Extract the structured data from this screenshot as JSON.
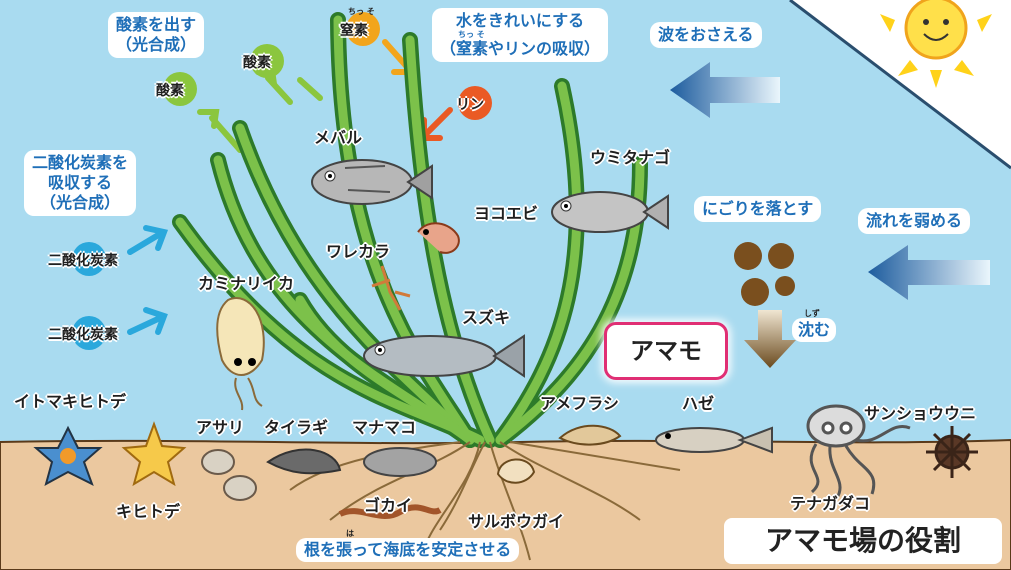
{
  "title": "アマモ場の役割",
  "callout": "アマモ",
  "roles": {
    "oxygen_out": [
      "酸素を出す",
      "（光合成）"
    ],
    "co2_absorb": [
      "二酸化炭素を",
      "吸収する",
      "（光合成）"
    ],
    "clean_water": [
      "水をきれいにする",
      "（窒素やリンの吸収）"
    ],
    "clean_water_ruby": "ちっ そ",
    "waves": "波をおさえる",
    "turbid": "にごりを落とす",
    "currents": "流れを弱める",
    "sink": "沈む",
    "sink_ruby": "しず",
    "roots": "根を張って海底を安定させる",
    "roots_ruby": "は"
  },
  "molecules": {
    "oxygen": "酸素",
    "nitrogen": "窒素",
    "nitrogen_ruby": "ちっ そ",
    "phosphorus": "リン",
    "co2": "二酸化炭素"
  },
  "creatures": {
    "mebaru": "メバル",
    "umitanago": "ウミタナゴ",
    "yokoebi": "ヨコエビ",
    "warekara": "ワレカラ",
    "kaminariika": "カミナリイカ",
    "suzuki": "スズキ",
    "itomakihitode": "イトマキヒトデ",
    "asari": "アサリ",
    "tairagi": "タイラギ",
    "manamako": "マナマコ",
    "amefurashi": "アメフラシ",
    "haze": "ハゼ",
    "sanshouni": "サンショウウニ",
    "kihitode": "キヒトデ",
    "gokai": "ゴカイ",
    "saruboogai": "サルボウガイ",
    "tenagadako": "テナガダコ"
  },
  "colors": {
    "water": "#a9dbf0",
    "sand": "#ebc89f",
    "seagrass": "#3f9a3c",
    "label_blue": "#1f6fb8",
    "oxygen": "#8bc63e",
    "nitrogen": "#f2a51c",
    "phosphorus": "#ea5a24",
    "co2": "#2aa8dc",
    "callout_border": "#e02f74"
  }
}
